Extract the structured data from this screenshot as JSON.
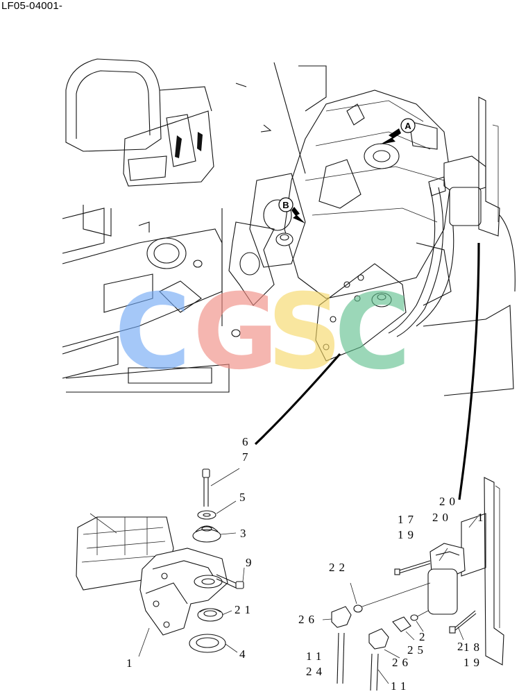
{
  "document_code": "LF05-04001-",
  "callouts": {
    "a": "A",
    "b": "B"
  },
  "watermark": {
    "letters": [
      "C",
      "G",
      "S",
      "C"
    ],
    "colors": [
      "#6fa8f5",
      "#f08a80",
      "#f6d865",
      "#5fc08d"
    ]
  },
  "part_labels": {
    "p6": "6",
    "p7": "7",
    "p5": "5",
    "p3": "3",
    "p9": "9",
    "p21": "21",
    "p4": "4",
    "p1_left": "1",
    "p20_top": "20",
    "p20_mid": "20",
    "p1_right": "1",
    "p17": "17",
    "p19_top": "19",
    "p22": "22",
    "p26_left": "26",
    "p2_a": "2",
    "p25": "25",
    "p2_b": "2",
    "p26_right": "26",
    "p18": "18",
    "p19_bottom": "19",
    "p11_left": "11",
    "p24": "24",
    "p11_right": "11"
  }
}
